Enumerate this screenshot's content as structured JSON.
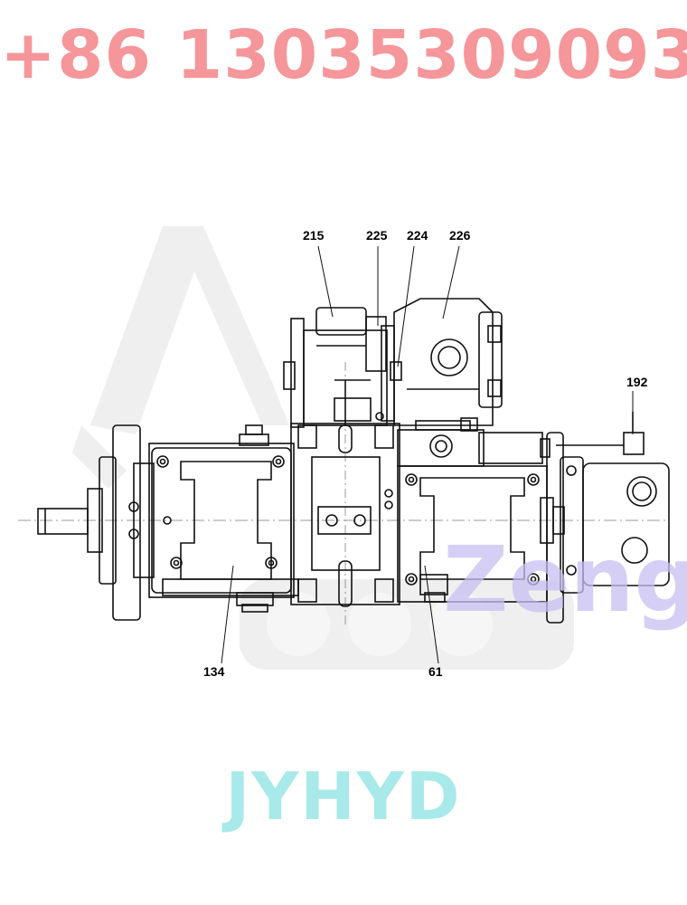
{
  "watermark": {
    "phone": "+86 13035309093",
    "brand": "JYHYD",
    "overlay_text": "Zeng"
  },
  "callouts": [
    "215",
    "225",
    "224",
    "226",
    "192",
    "134",
    "61"
  ],
  "colors": {
    "phone": "#f5969a",
    "brand": "#a8e9ea",
    "overlay": "#c8bff2",
    "line": "#111111",
    "ghost": "#ededed"
  }
}
